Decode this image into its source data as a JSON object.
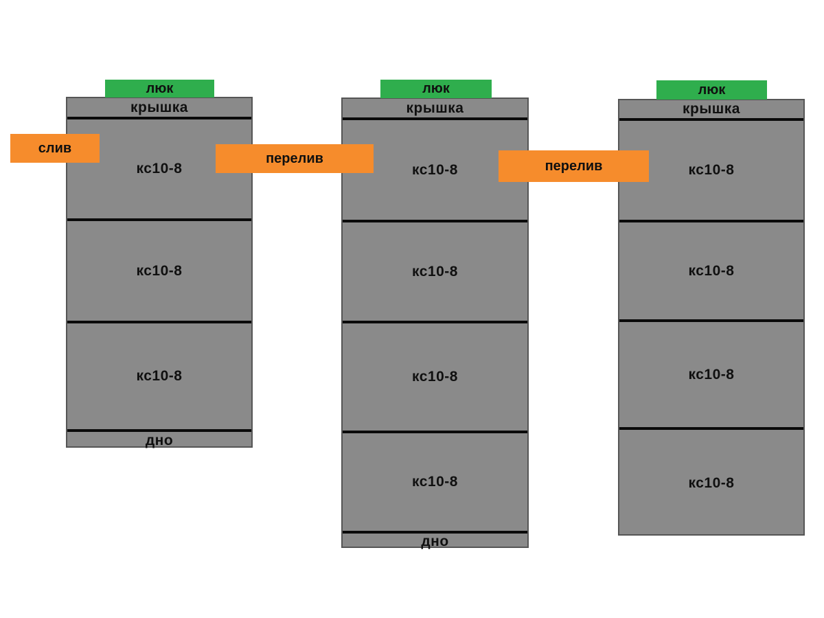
{
  "colors": {
    "ring_fill": "#8a8a8a",
    "ring_border": "#555555",
    "divider": "#0a0a0a",
    "hatch_fill": "#2fae4d",
    "connector_fill": "#f68c2c",
    "label_text": "#101010",
    "bg": "#ffffff"
  },
  "wells": [
    {
      "hatch_label": "люк",
      "cover_label": "крышка",
      "rings": [
        "кс10-8",
        "кс10-8",
        "кс10-8"
      ],
      "bottom_label": "дно"
    },
    {
      "hatch_label": "люк",
      "cover_label": "крышка",
      "rings": [
        "кс10-8",
        "кс10-8",
        "кс10-8",
        "кс10-8"
      ],
      "bottom_label": "дно"
    },
    {
      "hatch_label": "люк",
      "cover_label": "крышка",
      "rings": [
        "кс10-8",
        "кс10-8",
        "кс10-8",
        "кс10-8"
      ],
      "bottom_label": ""
    }
  ],
  "connectors": [
    {
      "name": "drain",
      "label": "слив"
    },
    {
      "name": "overflow-1",
      "label": "перелив"
    },
    {
      "name": "overflow-2",
      "label": "перелив"
    }
  ]
}
